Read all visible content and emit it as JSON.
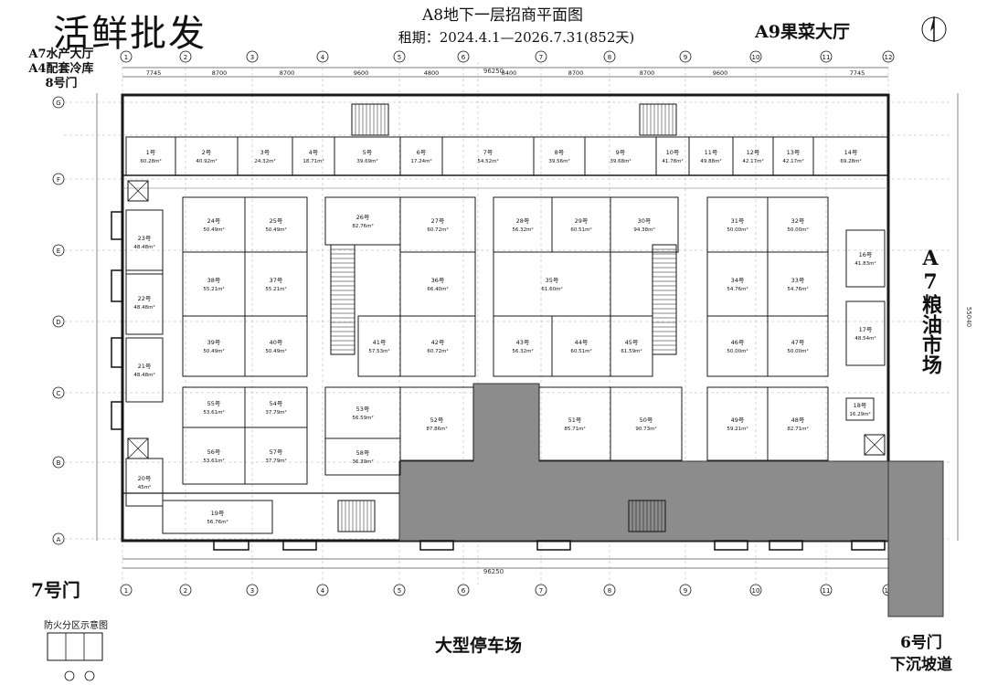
{
  "header": {
    "market_name": "活鲜批发",
    "plan_title": "A8地下一层招商平面图",
    "lease_term": "租期：2024.4.1—2026.7.31(852天)"
  },
  "surroundings": {
    "top_right": "A9果菜大厅",
    "top_left_lines": [
      "A7水产大厅",
      "A4配套冷库",
      "8号门"
    ],
    "right_side": "A7粮油市场",
    "bottom_left": "7号门",
    "bottom_center": "大型停车场",
    "bottom_right_lines": [
      "6号门",
      "下沉坡道"
    ]
  },
  "legend": {
    "fire_zone_title": "防火分区示意图"
  },
  "totals": {
    "width_mm": "96250",
    "height_mm": "55040"
  },
  "column_axes": [
    "1",
    "2",
    "3",
    "4",
    "5",
    "6",
    "7",
    "8",
    "9",
    "10",
    "11",
    "12"
  ],
  "row_axes": [
    "A",
    "B",
    "C",
    "D",
    "E",
    "F",
    "G"
  ],
  "top_spans": [
    "7745",
    "8700",
    "8700",
    "9600",
    "4800",
    "8400",
    "8700",
    "8700",
    "9600",
    "7745"
  ],
  "units_top_row": [
    {
      "label": "1号",
      "area": "60.28m²"
    },
    {
      "label": "2号",
      "area": "40.92m²"
    },
    {
      "label": "3号",
      "area": "24.32m²"
    },
    {
      "label": "4号",
      "area": "18.71m²"
    },
    {
      "label": "5号",
      "area": "39.69m²"
    },
    {
      "label": "6号",
      "area": "17.24m²"
    },
    {
      "label": "7号",
      "area": "54.52m²"
    },
    {
      "label": "8号",
      "area": "39.56m²"
    },
    {
      "label": "9号",
      "area": "39.68m²"
    },
    {
      "label": "10号",
      "area": "41.78m²"
    },
    {
      "label": "11号",
      "area": "49.88m²"
    },
    {
      "label": "12号",
      "area": "42.17m²"
    },
    {
      "label": "13号",
      "area": "42.17m²"
    },
    {
      "label": "14号",
      "area": "69.28m²"
    }
  ],
  "units_left_column": [
    {
      "label": "23号",
      "area": "48.48m²"
    },
    {
      "label": "22号",
      "area": "48.48m²"
    },
    {
      "label": "21号",
      "area": "48.48m²"
    },
    {
      "label": "20号",
      "area": "45m²"
    }
  ],
  "units_block_a": [
    {
      "label": "24号",
      "area": "50.49m²"
    },
    {
      "label": "25号",
      "area": "50.49m²"
    },
    {
      "label": "38号",
      "area": "55.21m²"
    },
    {
      "label": "37号",
      "area": "55.21m²"
    },
    {
      "label": "39号",
      "area": "50.49m²"
    },
    {
      "label": "40号",
      "area": "50.49m²"
    }
  ],
  "units_block_b": [
    {
      "label": "26号",
      "area": "82.76m²"
    },
    {
      "label": "27号",
      "area": "60.72m²"
    },
    {
      "label": "36号",
      "area": "66.40m²"
    },
    {
      "label": "41号",
      "area": "57.53m²"
    },
    {
      "label": "42号",
      "area": "60.72m²"
    }
  ],
  "units_block_c": [
    {
      "label": "28号",
      "area": "56.32m²"
    },
    {
      "label": "29号",
      "area": "60.51m²"
    },
    {
      "label": "30号",
      "area": "94.38m²"
    },
    {
      "label": "35号",
      "area": "61.60m²"
    },
    {
      "label": "43号",
      "area": "56.32m²"
    },
    {
      "label": "44号",
      "area": "60.51m²"
    },
    {
      "label": "45号",
      "area": "61.59m²"
    }
  ],
  "units_block_d": [
    {
      "label": "31号",
      "area": "50.00m²"
    },
    {
      "label": "32号",
      "area": "50.00m²"
    },
    {
      "label": "34号",
      "area": "54.76m²"
    },
    {
      "label": "33号",
      "area": "54.76m²"
    },
    {
      "label": "46号",
      "area": "50.00m²"
    },
    {
      "label": "47号",
      "area": "50.00m²"
    }
  ],
  "units_right_column": [
    {
      "label": "16号",
      "area": "41.83m²"
    },
    {
      "label": "17号",
      "area": "48.54m²"
    },
    {
      "label": "18号",
      "area": "16.29m²"
    }
  ],
  "units_lower_a": [
    {
      "label": "55号",
      "area": "53.61m²"
    },
    {
      "label": "54号",
      "area": "37.79m²"
    },
    {
      "label": "56号",
      "area": "53.61m²"
    },
    {
      "label": "57号",
      "area": "37.79m²"
    }
  ],
  "units_lower_b": [
    {
      "label": "53号",
      "area": "56.59m²"
    },
    {
      "label": "58号",
      "area": "36.39m²"
    },
    {
      "label": "52号",
      "area": "87.86m²"
    }
  ],
  "units_lower_c": [
    {
      "label": "51号",
      "area": "85.71m²"
    },
    {
      "label": "50号",
      "area": "90.73m²"
    }
  ],
  "units_lower_d": [
    {
      "label": "49号",
      "area": "59.21m²"
    },
    {
      "label": "48号",
      "area": "82.71m²"
    }
  ],
  "unit_19": {
    "label": "19号",
    "area": "56.76m²"
  },
  "colors": {
    "wall": "#1a1a1a",
    "parking_fill": "#8c8c8c",
    "grid_line": "#999999",
    "text": "#111111"
  }
}
